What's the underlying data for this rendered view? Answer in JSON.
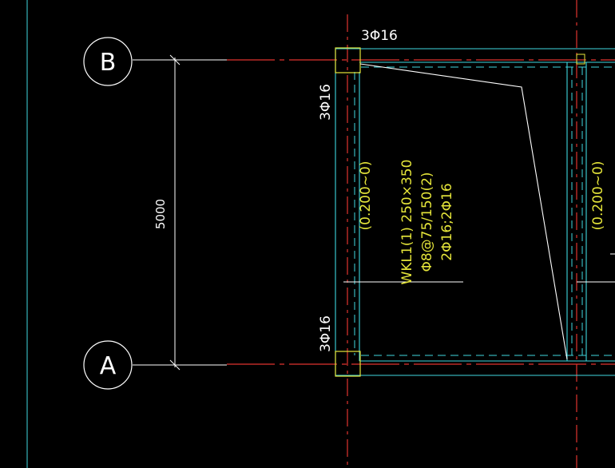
{
  "colors": {
    "background": "#000000",
    "axis_red": "#e0342f",
    "beam_cyan": "#3fd7df",
    "text_yellow": "#e6e63a",
    "white": "#ffffff",
    "column_yellow": "#e6e63a"
  },
  "grid_axes": [
    {
      "label": "B"
    },
    {
      "label": "A"
    }
  ],
  "dimension": {
    "value": "5000"
  },
  "column_rebar": {
    "top_horizontal": "3Φ16",
    "top_vertical": "3Φ16",
    "bottom_vertical": "3Φ16"
  },
  "beam_annotation": {
    "line1": "WKL1(1) 250×350",
    "line2": "Φ8@75/150(2)",
    "line3": "2Φ16;2Φ16"
  },
  "elevation_left": "(0.200~0)",
  "elevation_right": "(0.200~0)"
}
